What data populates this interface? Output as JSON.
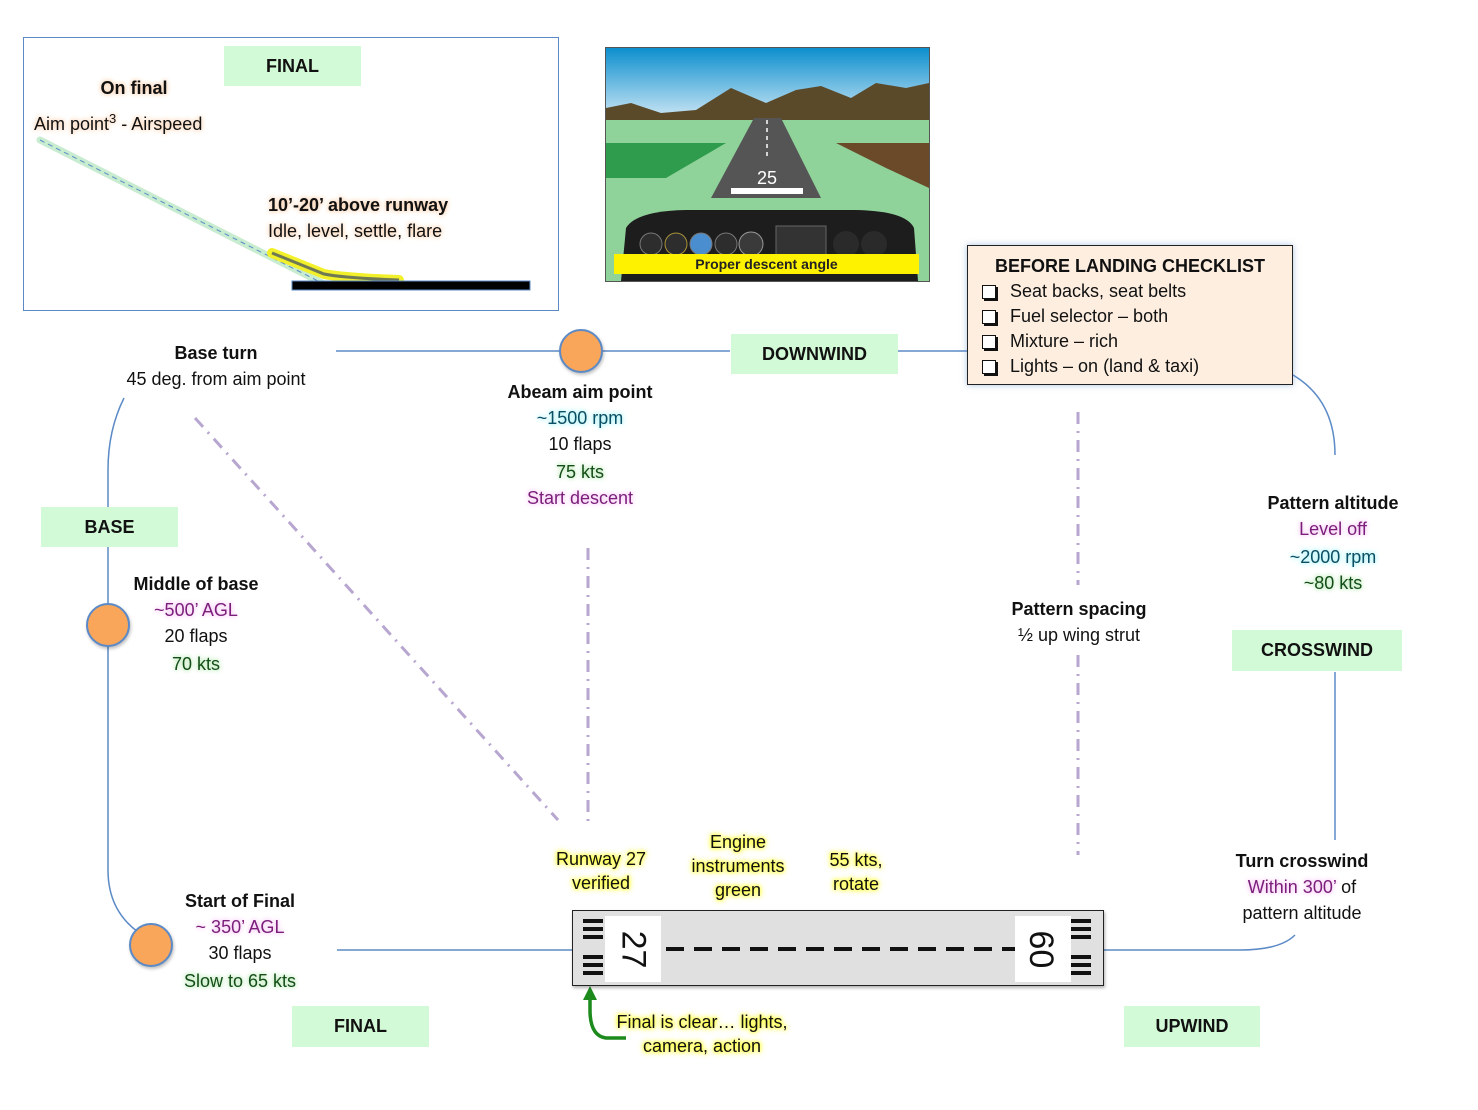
{
  "legs": {
    "final_inset": "FINAL",
    "downwind": "DOWNWIND",
    "base": "BASE",
    "crosswind": "CROSSWIND",
    "final": "FINAL",
    "upwind": "UPWIND"
  },
  "inset": {
    "on_final_title": "On final",
    "aim_point": "Aim point",
    "aim_point_sup": "3",
    "airspeed": " - Airspeed",
    "flare_title": "10’-20’ above runway",
    "flare_detail": "Idle, level, settle, flare"
  },
  "photo": {
    "caption": "Proper descent angle",
    "runway_number": "25"
  },
  "checklist": {
    "title": "BEFORE LANDING CHECKLIST",
    "items": [
      "Seat backs, seat belts",
      "Fuel selector – both",
      "Mixture – rich",
      "Lights – on (land & taxi)"
    ]
  },
  "notes": {
    "base_turn": {
      "title": "Base turn",
      "detail": "45 deg. from aim point"
    },
    "abeam": {
      "title": "Abeam aim point",
      "rpm": "~1500 rpm",
      "flaps": "10 flaps",
      "speed": "75 kts",
      "action": "Start descent"
    },
    "middle_base": {
      "title": "Middle of base",
      "altitude": "~500’ AGL",
      "flaps": "20 flaps",
      "speed": "70 kts"
    },
    "pattern_altitude": {
      "title": "Pattern altitude",
      "action": "Level off",
      "rpm": "~2000 rpm",
      "speed": "~80 kts"
    },
    "pattern_spacing": {
      "title": "Pattern spacing",
      "detail": "½ up wing strut"
    },
    "start_final": {
      "title": "Start of Final",
      "altitude": "~ 350’ AGL",
      "flaps": "30 flaps",
      "speed": "Slow to 65 kts"
    },
    "turn_crosswind": {
      "title": "Turn crosswind",
      "altitude": "Within 300’",
      "detail_1": " of",
      "detail_2": "pattern altitude"
    }
  },
  "takeoff_callouts": {
    "runway_verified": [
      "Runway 27",
      "verified"
    ],
    "engine": [
      "Engine",
      "instruments",
      "green"
    ],
    "rotate": [
      "55 kts,",
      "rotate"
    ],
    "final_clear": [
      "Final is clear… lights,",
      "camera, action"
    ]
  },
  "runway": {
    "left_number": "27",
    "right_number": "09"
  },
  "colors": {
    "leg_label_bg": "#d3fad6",
    "pattern_line": "#5b8ac6",
    "waypoint_fill": "#f9a55a",
    "guide_dash": "#b7a6cf",
    "checklist_bg": "#fdeee0",
    "callout_highlight": "#ffff33",
    "arrow_green": "#1c8a1c"
  }
}
